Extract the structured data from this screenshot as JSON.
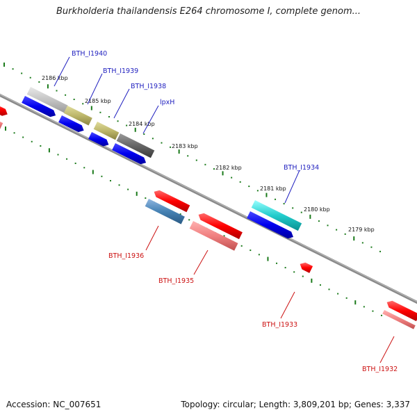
{
  "title": "Burkholderia thailandensis E264 chromosome I, complete genom...",
  "footer": {
    "accession": "Accession: NC_007651",
    "topology": "Topology: circular; Length: 3,809,201 bp; Genes: 3,337"
  },
  "scale_labels": [
    "2186 kbp",
    "2185 kbp",
    "2184 kbp",
    "2183 kbp",
    "2182 kbp",
    "2181 kbp",
    "2180 kbp",
    "2179 kbp"
  ],
  "gene_labels": {
    "BTH_I1940": "BTH_I1940",
    "BTH_I1939": "BTH_I1939",
    "BTH_I1938": "BTH_I1938",
    "lpxH": "lpxH",
    "BTH_I1934": "BTH_I1934",
    "BTH_I1936": "BTH_I1936",
    "BTH_I1935": "BTH_I1935",
    "BTH_I1933": "BTH_I1933",
    "BTH_I1932": "BTH_I1932"
  },
  "colors": {
    "backbone": "#8a8a8a",
    "tick": "#1a7a1a",
    "label_forward": "#1f1fbf",
    "label_reverse": "#cc1111"
  }
}
